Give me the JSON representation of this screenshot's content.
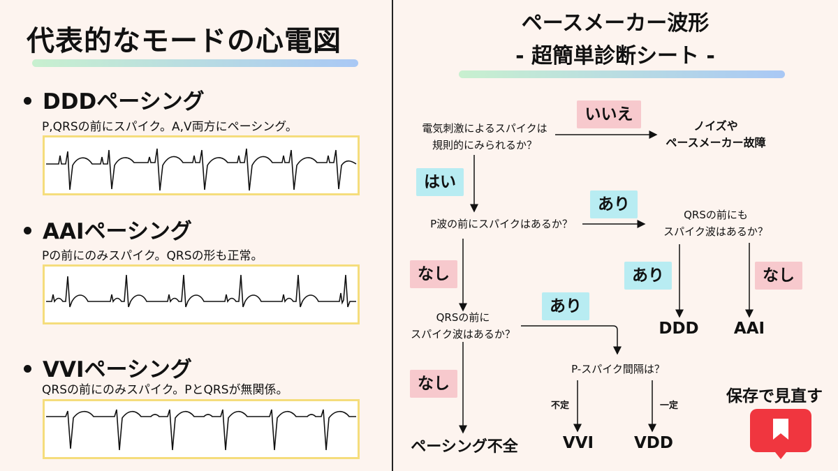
{
  "left": {
    "title": "代表的なモードの心電図",
    "modes": [
      {
        "heading": "DDDペーシング",
        "desc": "P,QRSの前にスパイク。A,V両方にペーシング。"
      },
      {
        "heading": "AAIペーシング",
        "desc": "Pの前にのみスパイク。QRSの形も正常。"
      },
      {
        "heading": "VVIペーシング",
        "desc": "QRSの前にのみスパイク。PとQRSが無関係。"
      }
    ]
  },
  "right": {
    "title_line1": "ペースメーカー波形",
    "title_line2": "- 超簡単診断シート -",
    "q1_line1": "電気刺激によるスパイクは",
    "q1_line2": "規則的にみられるか？",
    "badge_iie": "いいえ",
    "noise_line1": "ノイズや",
    "noise_line2": "ペースメーカー故障",
    "badge_hai": "はい",
    "q2": "P波の前にスパイクはあるか？",
    "badge_ari_1": "あり",
    "q3_line1": "QRSの前にも",
    "q3_line2": "スパイク波はあるか？",
    "badge_nashi_1": "なし",
    "badge_ari_2": "あり",
    "badge_nashi_2": "なし",
    "badge_ari_3": "あり",
    "q4_line1": "QRSの前に",
    "q4_line2": "スパイク波はあるか？",
    "result_ddd": "DDD",
    "result_aai": "AAI",
    "q5": "P-スパイク間隔は？",
    "label_futei": "不定",
    "label_ittei": "一定",
    "badge_nashi_3": "なし",
    "result_failure": "ペーシング不全",
    "result_vvi": "VVI",
    "result_vdd": "VDD"
  },
  "save": {
    "label": "保存で見直す",
    "icon": "bookmark-icon",
    "color": "#f0363f"
  },
  "colors": {
    "yes_badge": "#b8ecf2",
    "no_badge": "#f7c9cd",
    "ecg_border": "#f5dd7c",
    "background": "#fdf4ef"
  }
}
